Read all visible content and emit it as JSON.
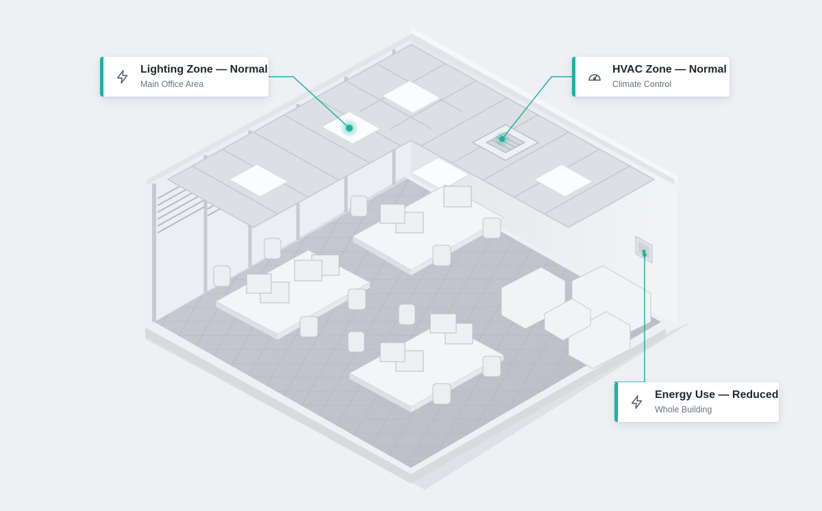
{
  "accent_color": "#1ab39e",
  "callouts": {
    "lighting": {
      "title": "Lighting Zone — Normal",
      "subtitle": "Main Office Area",
      "icon": "lightning-icon"
    },
    "hvac": {
      "title": "HVAC Zone — Normal",
      "subtitle": "Climate Control",
      "icon": "gauge-icon"
    },
    "energy": {
      "title": "Energy Use — Reduced",
      "subtitle": "Whole Building",
      "icon": "lightning-icon"
    }
  }
}
